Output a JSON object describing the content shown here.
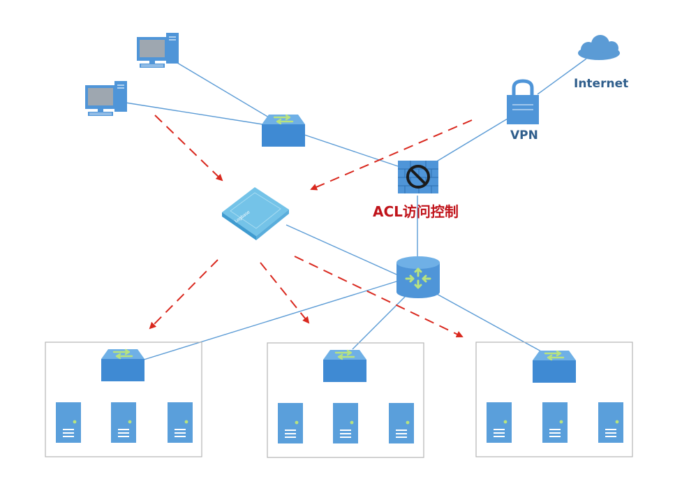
{
  "labels": {
    "internet": "Internet",
    "vpn": "VPN",
    "acl": "ACL访问控制",
    "appliance_brand": "Logbase"
  },
  "colors": {
    "link_line": "#5b9bd5",
    "device_blue": "#4f95d8",
    "device_dark": "#2e6fb1",
    "arrow_red": "#d9281e",
    "label_blue": "#2f5e8c",
    "label_red": "#c0131a",
    "box_border": "#b5b5b5",
    "switch_arrows": "#b9e37e"
  },
  "icons": {
    "cloud": "cloud-icon",
    "vpn": "padlock-icon",
    "firewall": "firewall-icon",
    "appliance": "audit-appliance-icon",
    "core": "core-router-icon",
    "switch": "switch-icon",
    "server": "server-icon",
    "pc": "desktop-computer-icon"
  }
}
